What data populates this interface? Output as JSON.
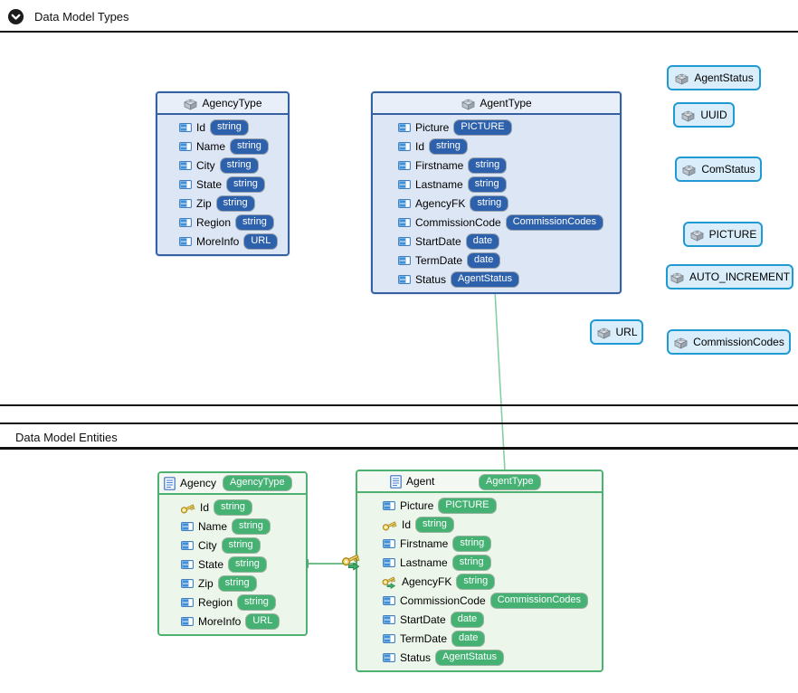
{
  "sections": {
    "types": {
      "title": "Data Model Types"
    },
    "entities": {
      "title": "Data Model Entities"
    }
  },
  "type_boxes": {
    "agency_type": {
      "title": "AgencyType",
      "fields": [
        {
          "name": "Id",
          "type": "string"
        },
        {
          "name": "Name",
          "type": "string"
        },
        {
          "name": "City",
          "type": "string"
        },
        {
          "name": "State",
          "type": "string"
        },
        {
          "name": "Zip",
          "type": "string"
        },
        {
          "name": "Region",
          "type": "string"
        },
        {
          "name": "MoreInfo",
          "type": "URL"
        }
      ]
    },
    "agent_type": {
      "title": "AgentType",
      "fields": [
        {
          "name": "Picture",
          "type": "PICTURE"
        },
        {
          "name": "Id",
          "type": "string"
        },
        {
          "name": "Firstname",
          "type": "string"
        },
        {
          "name": "Lastname",
          "type": "string"
        },
        {
          "name": "AgencyFK",
          "type": "string"
        },
        {
          "name": "CommissionCode",
          "type": "CommissionCodes"
        },
        {
          "name": "StartDate",
          "type": "date"
        },
        {
          "name": "TermDate",
          "type": "date"
        },
        {
          "name": "Status",
          "type": "AgentStatus"
        }
      ]
    }
  },
  "simple_types": [
    {
      "label": "AgentStatus"
    },
    {
      "label": "UUID"
    },
    {
      "label": "ComStatus"
    },
    {
      "label": "PICTURE"
    },
    {
      "label": "AUTO_INCREMENT"
    },
    {
      "label": "URL"
    },
    {
      "label": "CommissionCodes"
    }
  ],
  "entity_boxes": {
    "agency": {
      "title": "Agency",
      "type_badge": "AgencyType",
      "fields": [
        {
          "name": "Id",
          "type": "string",
          "key": "primary"
        },
        {
          "name": "Name",
          "type": "string"
        },
        {
          "name": "City",
          "type": "string"
        },
        {
          "name": "State",
          "type": "string"
        },
        {
          "name": "Zip",
          "type": "string"
        },
        {
          "name": "Region",
          "type": "string"
        },
        {
          "name": "MoreInfo",
          "type": "URL"
        }
      ]
    },
    "agent": {
      "title": "Agent",
      "type_badge": "AgentType",
      "fields": [
        {
          "name": "Picture",
          "type": "PICTURE"
        },
        {
          "name": "Id",
          "type": "string",
          "key": "primary"
        },
        {
          "name": "Firstname",
          "type": "string"
        },
        {
          "name": "Lastname",
          "type": "string"
        },
        {
          "name": "AgencyFK",
          "type": "string",
          "key": "foreign"
        },
        {
          "name": "CommissionCode",
          "type": "CommissionCodes"
        },
        {
          "name": "StartDate",
          "type": "date"
        },
        {
          "name": "TermDate",
          "type": "date"
        },
        {
          "name": "Status",
          "type": "AgentStatus"
        }
      ]
    }
  },
  "icons": {
    "collapse": "chevron-down-circle",
    "type_box": "brick",
    "simple_type": "brick",
    "field": "column",
    "primary_key": "gold-key",
    "foreign_key": "gold-key-green-arrow",
    "entity": "document"
  },
  "colors": {
    "type_badge": "#2e61ac",
    "entity_badge": "#45b274",
    "type_box_border": "#3560a2",
    "type_box_header": "#e9eff9",
    "type_box_body": "#dce6f4",
    "entity_box_border": "#4db271",
    "entity_box_header": "#f3f9f2",
    "entity_box_body": "#ecf6ea",
    "simple_type_border": "#1f9ad2",
    "simple_type_body": "#d9edfa",
    "connector_light": "#85cfa3",
    "connector_dark": "#44aa66"
  }
}
